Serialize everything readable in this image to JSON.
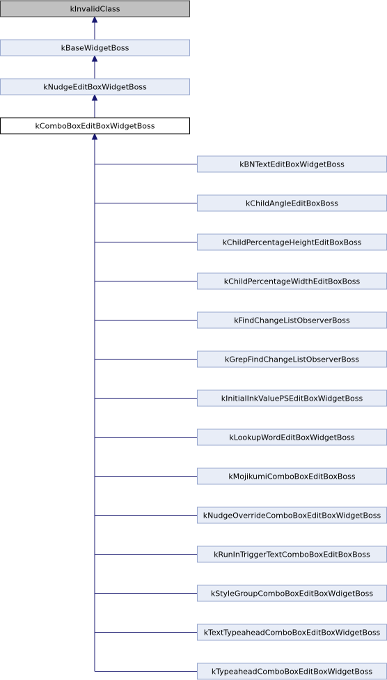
{
  "colors": {
    "edge": "#191970",
    "box_border": "#9aa9cf",
    "box_fill": "#e8edf7",
    "root_fill": "#c0c0c0",
    "root_border": "#404040",
    "current_fill": "#ffffff",
    "current_border": "#000000"
  },
  "ancestors": [
    {
      "label": "kInvalidClass",
      "style": "root"
    },
    {
      "label": "kBaseWidgetBoss",
      "style": "normal"
    },
    {
      "label": "kNudgeEditBoxWidgetBoss",
      "style": "normal"
    },
    {
      "label": "kComboBoxEditBoxWidgetBoss",
      "style": "current"
    }
  ],
  "children": [
    "kBNTextEditBoxWidgetBoss",
    "kChildAngleEditBoxBoss",
    "kChildPercentageHeightEditBoxBoss",
    "kChildPercentageWidthEditBoxBoss",
    "kFindChangeListObserverBoss",
    "kGrepFindChangeListObserverBoss",
    "kInitialInkValuePSEditBoxWidgetBoss",
    "kLookupWordEditBoxWidgetBoss",
    "kMojikumiComboBoxEditBoxBoss",
    "kNudgeOverrideComboBoxEditBoxWidgetBoss",
    "kRunInTriggerTextComboBoxEditBoxBoss",
    "kStyleGroupComboBoxEditBoxWdigetBoss",
    "kTextTypeaheadComboBoxEditBoxWidgetBoss",
    "kTypeaheadComboBoxEditBoxWidgetBoss"
  ]
}
